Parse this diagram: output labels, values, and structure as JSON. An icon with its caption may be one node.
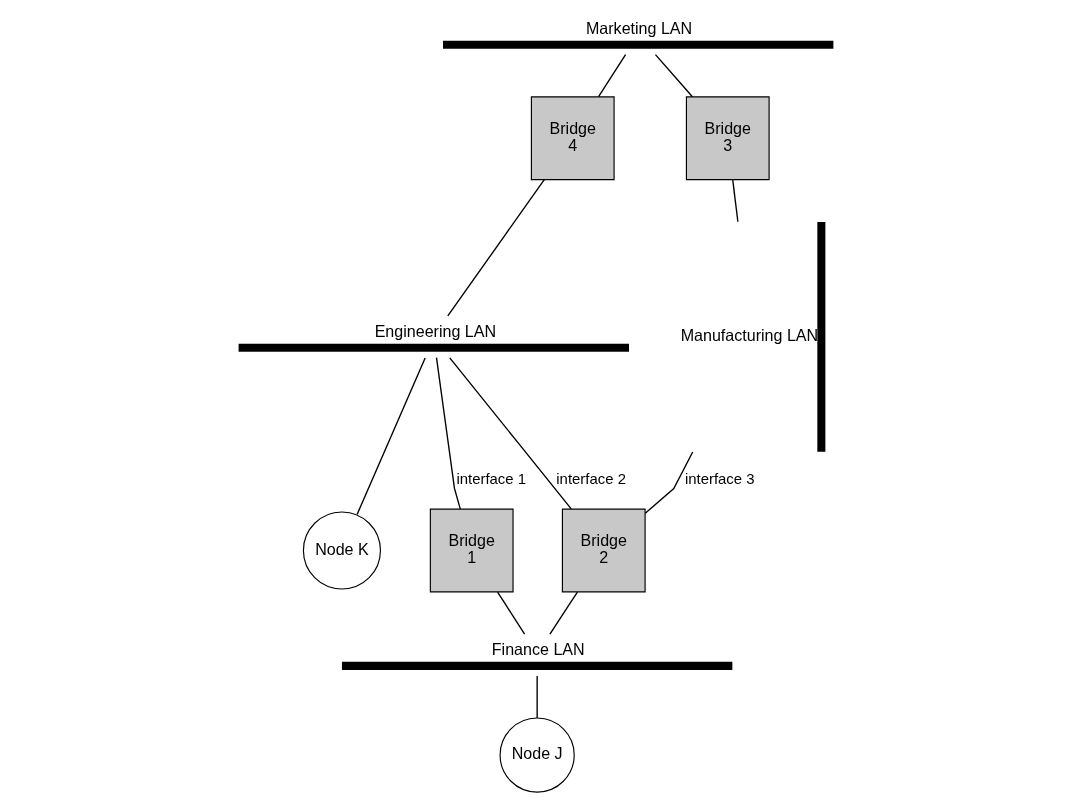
{
  "diagram": {
    "nodes": [
      {
        "text": [
          "Marketing LAN"
        ]
      },
      {
        "text": [
          "Bridge",
          "4"
        ]
      },
      {
        "text": [
          "Engineering LAN"
        ]
      },
      {
        "text": [
          "Manufacturing LAN"
        ]
      },
      {
        "text": [
          "Bridge",
          "3"
        ]
      },
      {
        "text": [
          "Node K"
        ]
      },
      {
        "text": [
          "Bridge",
          "1"
        ]
      },
      {
        "text": [
          "Bridge",
          "2"
        ]
      },
      {
        "text": [
          "Finance LAN"
        ]
      },
      {
        "text": [
          "Node J"
        ]
      }
    ],
    "edges": [
      {
        "from": 0,
        "to": 1,
        "arrow": "none"
      },
      {
        "from": 1,
        "to": 2,
        "arrow": "none"
      },
      {
        "from": 0,
        "to": 4,
        "arrow": "none"
      },
      {
        "from": 3,
        "to": 4,
        "arrow": "none"
      },
      {
        "from": 2,
        "to": 5,
        "arrow": "none"
      },
      {
        "from": 2,
        "to": 6,
        "arrow": "none",
        "label": "interface 1"
      },
      {
        "from": 2,
        "to": 7,
        "arrow": "none",
        "label": "interface 2"
      },
      {
        "from": 7,
        "to": 3,
        "arrow": "none",
        "label": "interface 3"
      },
      {
        "from": 6,
        "to": 8,
        "arrow": "none"
      },
      {
        "from": 7,
        "to": 8,
        "arrow": "none"
      },
      {
        "from": 8,
        "to": 9,
        "arrow": "none"
      }
    ]
  }
}
